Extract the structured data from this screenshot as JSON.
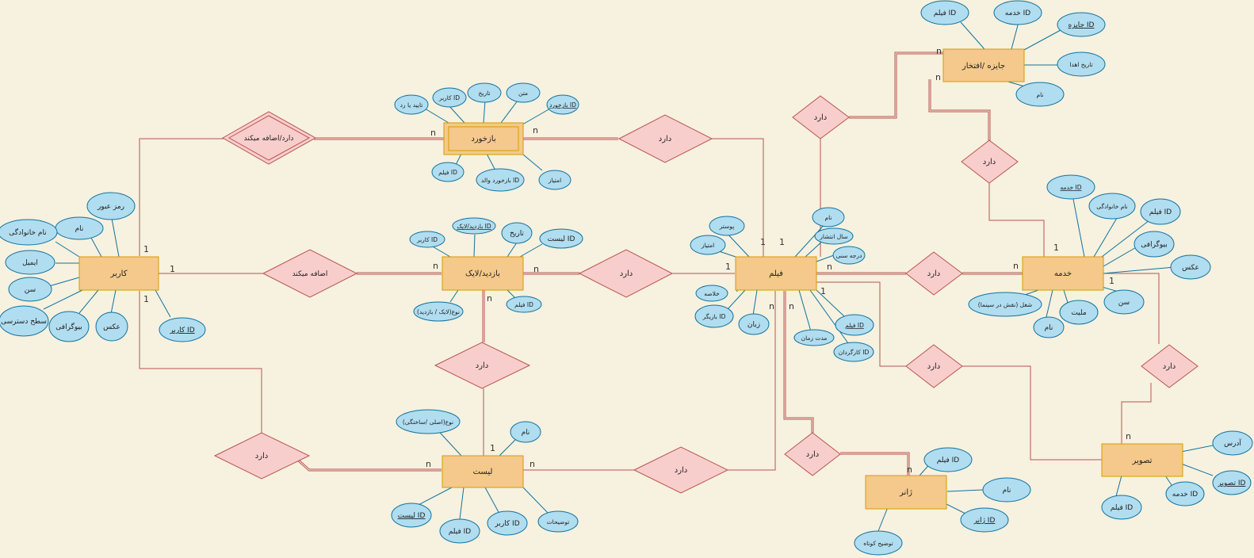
{
  "entities": {
    "user": "کاربر",
    "feedback": "بازخورد",
    "visit_like": "بازدید/لایک",
    "film": "فیلم",
    "service": "خدمه",
    "award": "جایزه /افتخار",
    "list": "لیست",
    "genre": "ژانر",
    "image": "تصویر"
  },
  "relationships": {
    "has_adds": "دارد/اضافه میکند",
    "adds": "اضافه میکند",
    "has": "دارد"
  },
  "attributes": {
    "user": [
      "رمز عبور",
      "نام",
      "نام خانوادگی",
      "ایمیل",
      "سن",
      "سطح دسترسی",
      "بیوگرافی",
      "عکس",
      "کاربر ID"
    ],
    "feedback": [
      "تایید یا رد",
      "کاربر ID",
      "تاریخ",
      "متن",
      "بازخورد ID",
      "فیلم ID",
      "بازخورد والد ID",
      "امتیاز"
    ],
    "visit_like": [
      "کاربر ID",
      "بازدید/لایک ID",
      "تاریخ",
      "لیست ID",
      "(نوع(لایک / بازدید",
      "فیلم ID"
    ],
    "film": [
      "پوستر",
      "نام",
      "سال انتشار",
      "امتیاز",
      "درجه سنی",
      "خلاصه",
      "بازیگر ID",
      "زبان",
      "مدت زمان",
      "فیلم ID",
      "کارگردان ID"
    ],
    "award": [
      "فیلم ID",
      "خدمه ID",
      "جایزه ID",
      "تاریخ اهدا",
      "نام"
    ],
    "service": [
      "خدمه ID",
      "نام خانوادگی",
      "فیلم ID",
      "بیوگرافی",
      "عکس",
      "(شغل (نقش در سینما",
      "ملیت",
      "نام",
      "سن"
    ],
    "list": [
      "(نوع(اصلی /ساختگی",
      "نام",
      "لیست ID",
      "فیلم ID",
      "کاربر ID",
      "توضیحات"
    ],
    "genre": [
      "فیلم ID",
      "نام",
      "ژانر ID",
      "توضیح کوتاه"
    ],
    "image": [
      "آدرس",
      "تصویر ID",
      "خدمه ID",
      "فیلم ID"
    ]
  },
  "cardinalities": {
    "one": "1",
    "many": "n"
  }
}
